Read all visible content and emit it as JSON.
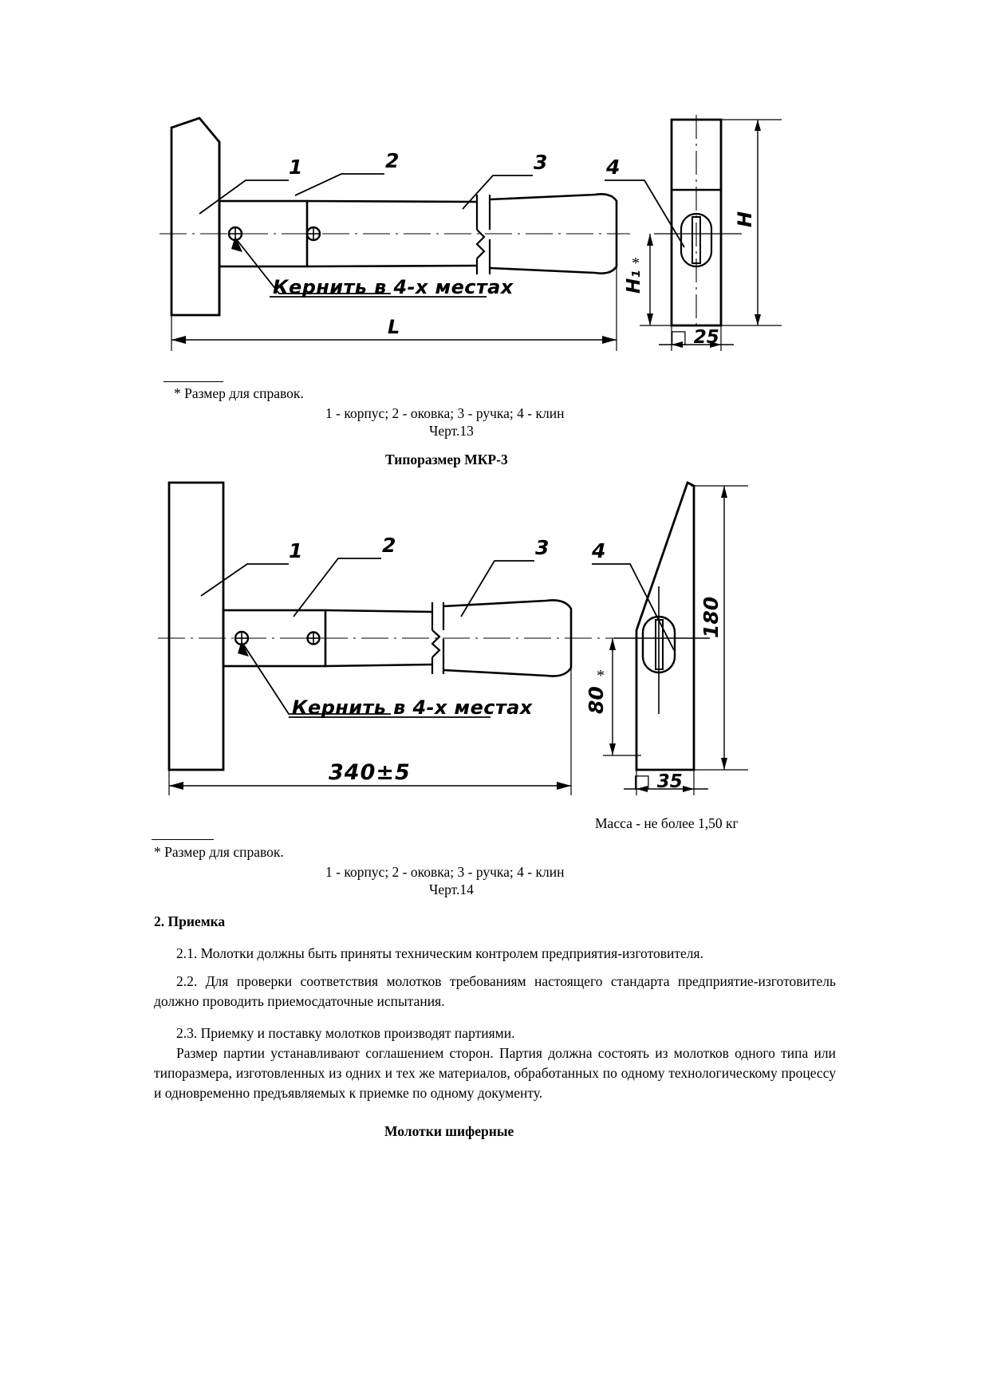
{
  "document": {
    "language": "ru",
    "kind": "technical-standard-page"
  },
  "figure13": {
    "part_labels": [
      "1",
      "2",
      "3",
      "4"
    ],
    "callout_note": "Кернить в 4-х местах",
    "dim_length": "L",
    "dim_height": "H",
    "dim_height_sub": "H₁",
    "dim_height_sub_star": "*",
    "dim_square": "□ 25",
    "footnote_rule": true,
    "footnote": "* Размер для справок.",
    "legend": "1 - корпус; 2 - оковка; 3 - ручка; 4 - клин",
    "caption": "Черт.13"
  },
  "section_heading": "Типоразмер МКР-3",
  "figure14": {
    "part_labels": [
      "1",
      "2",
      "3",
      "4"
    ],
    "callout_note": "Кернить в 4-х местах",
    "dim_length": "340±5",
    "dim_height": "180",
    "dim_height_sub": "80",
    "dim_height_sub_star": "*",
    "dim_square": "□ 35",
    "mass_note": "Масса - не более 1,50 кг",
    "footnote_rule": true,
    "footnote": "* Размер для справок.",
    "legend": "1 - корпус; 2 - оковка; 3 - ручка; 4 - клин",
    "caption": "Черт.14"
  },
  "section2": {
    "title": "2. Приемка",
    "paragraphs": [
      "2.1. Молотки должны быть приняты техническим контролем предприятия-изготовителя.",
      "2.2. Для проверки соответствия молотков требованиям настоящего стандарта предприятие-изготовитель должно проводить приемосдаточные испытания.",
      "2.3. Приемку и поставку молотков производят партиями.",
      "Размер партии устанавливают соглашением сторон. Партия должна состоять из молотков одного типа или типоразмера, изготовленных из одних и тех же материалов, обработанных по одному технологическому процессу и одновременно предъявляемых к приемке по одному документу."
    ]
  },
  "bottom_heading": "Молотки шиферные",
  "colors": {
    "ink": "#000000",
    "paper": "#ffffff"
  }
}
